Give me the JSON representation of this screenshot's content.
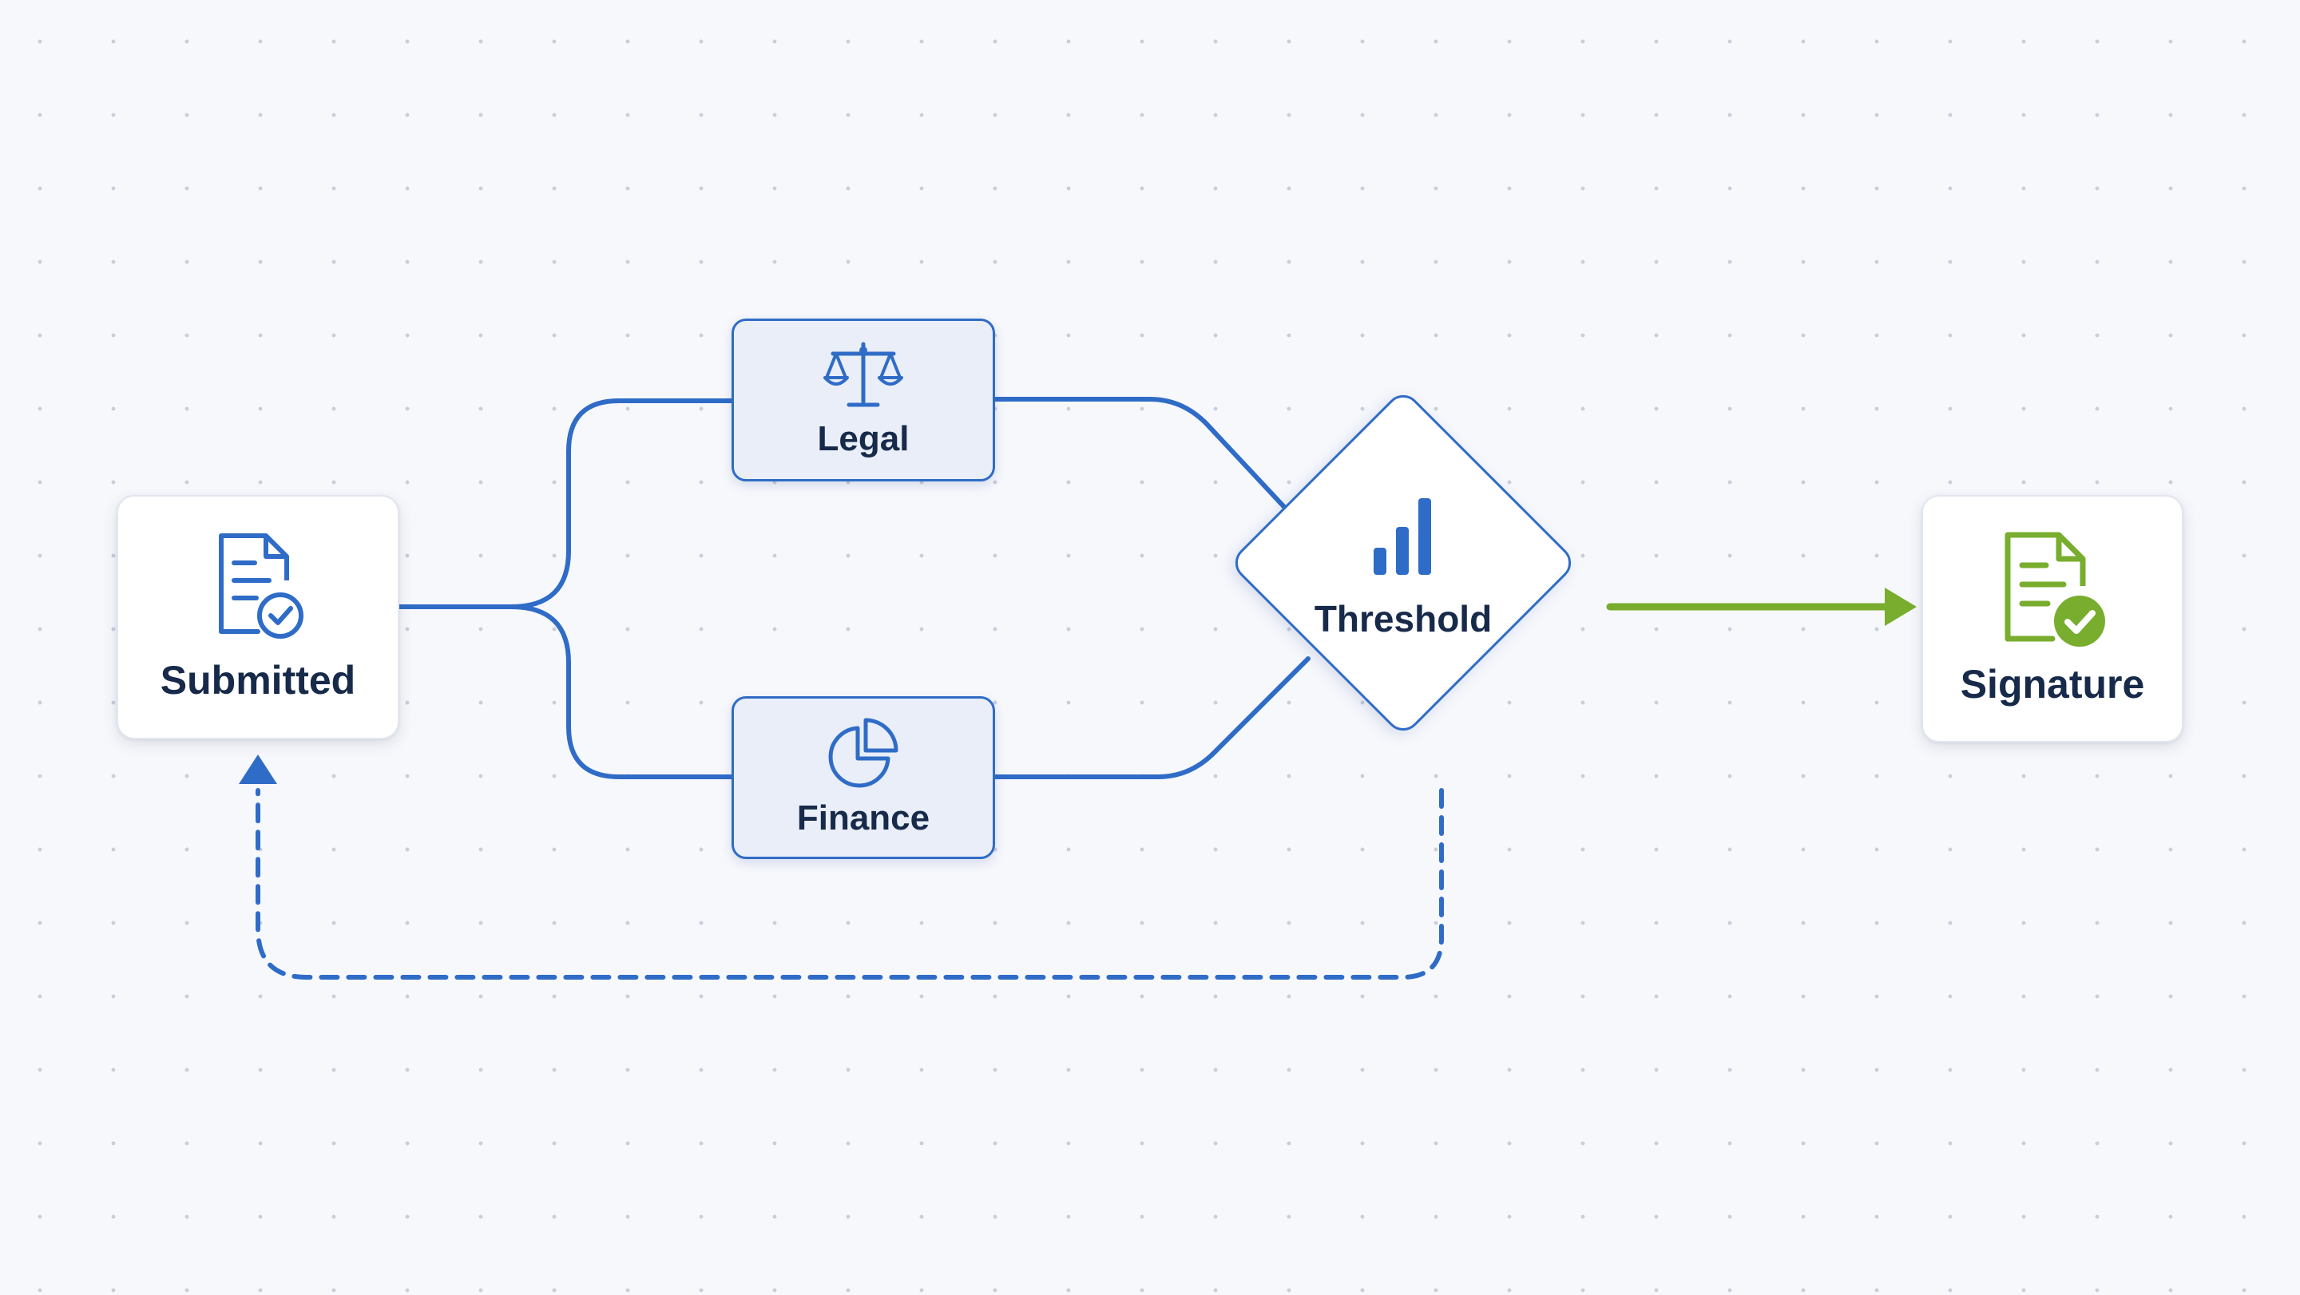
{
  "nodes": {
    "submitted": {
      "label": "Submitted",
      "icon": "document-check-icon"
    },
    "legal": {
      "label": "Legal",
      "icon": "scales-icon"
    },
    "finance": {
      "label": "Finance",
      "icon": "pie-chart-icon"
    },
    "threshold": {
      "label": "Threshold",
      "icon": "bar-chart-icon"
    },
    "signature": {
      "label": "Signature",
      "icon": "document-check-icon"
    }
  },
  "edges": [
    {
      "from": "submitted",
      "to": "legal",
      "style": "solid"
    },
    {
      "from": "submitted",
      "to": "finance",
      "style": "solid"
    },
    {
      "from": "legal",
      "to": "threshold",
      "style": "solid"
    },
    {
      "from": "finance",
      "to": "threshold",
      "style": "solid"
    },
    {
      "from": "threshold",
      "to": "signature",
      "style": "solid-arrow"
    },
    {
      "from": "threshold",
      "to": "submitted",
      "style": "dashed-arrow"
    }
  ],
  "colors": {
    "primary": "#2f6cc7",
    "success": "#78ad2e",
    "text": "#172a4a",
    "card_background": "#ffffff",
    "subcard_background": "#e9eef8",
    "canvas": "#f7f8fc"
  }
}
